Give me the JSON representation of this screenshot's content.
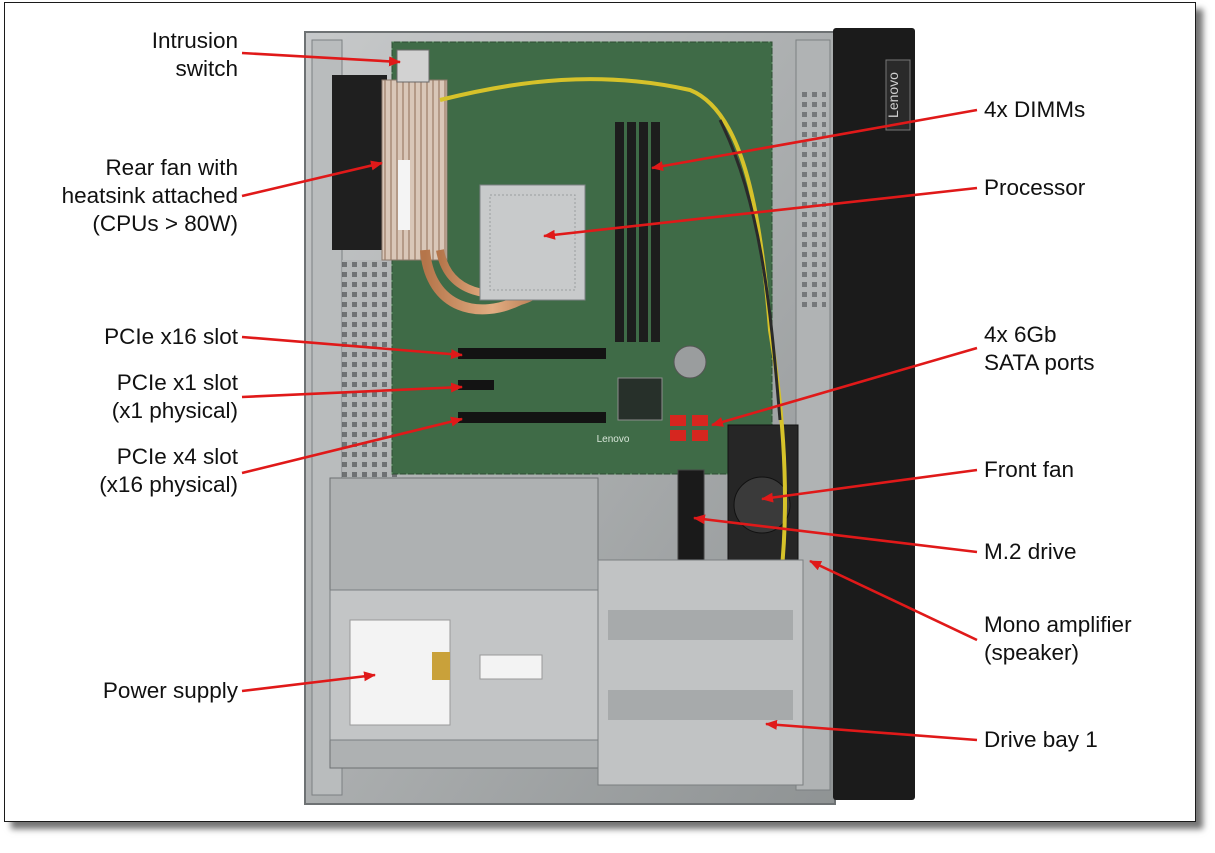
{
  "brand_text": "Lenovo",
  "board_marking": "Lenovo",
  "colors": {
    "callout_line": "#e01919",
    "case_metal": "#a9acad",
    "motherboard": "#3f6b47",
    "bezel": "#1b1b1b"
  },
  "labels": {
    "intrusion_switch": "Intrusion\nswitch",
    "rear_fan": "Rear fan with\nheatsink attached\n(CPUs > 80W)",
    "pcie_x16": "PCIe x16 slot",
    "pcie_x1": "PCIe x1 slot\n(x1 physical)",
    "pcie_x4": "PCIe x4 slot\n(x16 physical)",
    "power_supply": "Power supply",
    "dimms": "4x DIMMs",
    "processor": "Processor",
    "sata_ports": "4x 6Gb\nSATA ports",
    "front_fan": "Front fan",
    "m2_drive": "M.2 drive",
    "mono_amp": "Mono amplifier\n(speaker)",
    "drive_bay": "Drive bay 1"
  }
}
